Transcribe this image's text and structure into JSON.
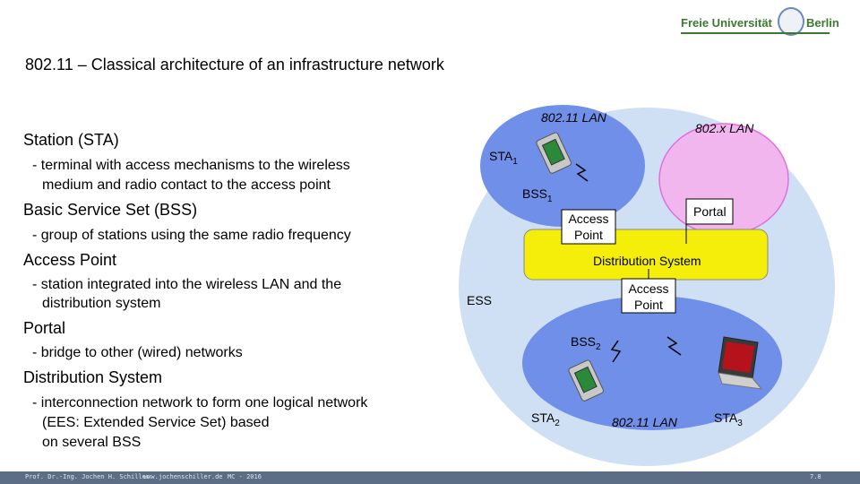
{
  "header": {
    "logo_text_left": "Freie Universität",
    "logo_text_right": "Berlin"
  },
  "title": "802.11 – Classical architecture of an infrastructure network",
  "definitions": [
    {
      "term": "Station (STA)",
      "desc": [
        "- terminal with access mechanisms to the wireless",
        "medium and radio contact to the access point"
      ]
    },
    {
      "term": "Basic Service Set (BSS)",
      "desc": [
        "- group of stations using the same radio frequency"
      ]
    },
    {
      "term": "Access Point",
      "desc": [
        "- station integrated into the wireless LAN and the",
        "distribution system"
      ]
    },
    {
      "term": "Portal",
      "desc": [
        "- bridge to other (wired) networks"
      ]
    },
    {
      "term": "Distribution System",
      "desc": [
        "- interconnection network to form one logical network",
        "(EES: Extended Service Set) based",
        "on several BSS"
      ]
    }
  ],
  "diagram": {
    "lan_top": "802.11 LAN",
    "lan_x": "802.x LAN",
    "sta1": "STA",
    "sta1_sub": "1",
    "bss1": "BSS",
    "bss1_sub": "1",
    "ap1_line1": "Access",
    "ap1_line2": "Point",
    "portal": "Portal",
    "distribution_system": "Distribution System",
    "ess": "ESS",
    "ap2_line1": "Access",
    "ap2_line2": "Point",
    "bss2": "BSS",
    "bss2_sub": "2",
    "sta2": "STA",
    "sta2_sub": "2",
    "lan_bottom": "802.11 LAN",
    "sta3": "STA",
    "sta3_sub": "3",
    "colors": {
      "bss": "#6f8fe8",
      "ds": "#f4ee0a",
      "wired": "#f2b6ee",
      "ess": "#cfe0f5"
    }
  },
  "footer": {
    "author": "Prof. Dr.-Ing. Jochen H. Schiller",
    "site": "www.jochenschiller.de",
    "course": "MC - 2016",
    "page": "7.8"
  }
}
